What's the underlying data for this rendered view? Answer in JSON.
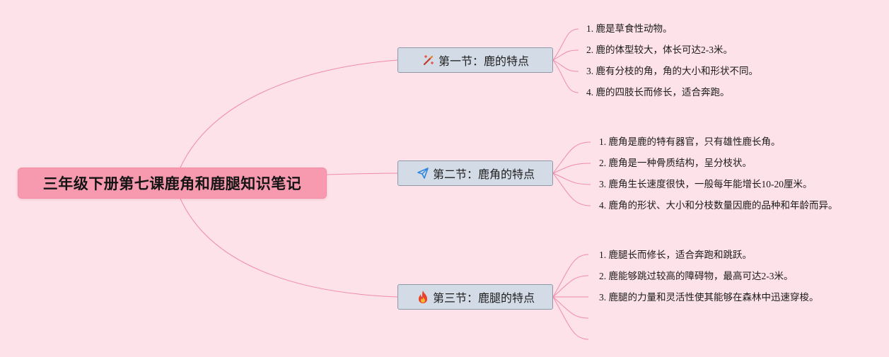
{
  "root": {
    "title": "三年级下册第七课鹿角和鹿腿知识笔记"
  },
  "colors": {
    "background": "#fde2e9",
    "root_fill": "#f79ab0",
    "section_fill": "#d3dbe6",
    "line": "#f08cab"
  },
  "sections": [
    {
      "title": "第一节：鹿的特点",
      "icon": "magic-wand-icon",
      "items": [
        "1. 鹿是草食性动物。",
        "2. 鹿的体型较大，体长可达2-3米。",
        "3. 鹿有分枝的角，角的大小和形状不同。",
        "4. 鹿的四肢长而修长，适合奔跑。"
      ]
    },
    {
      "title": "第二节：鹿角的特点",
      "icon": "paper-plane-icon",
      "items": [
        "1. 鹿角是鹿的特有器官，只有雄性鹿长角。",
        "2. 鹿角是一种骨质结构，呈分枝状。",
        "3. 鹿角生长速度很快，一般每年能增长10-20厘米。",
        "4. 鹿角的形状、大小和分枝数量因鹿的品种和年龄而异。"
      ]
    },
    {
      "title": "第三节：鹿腿的特点",
      "icon": "fire-icon",
      "items": [
        "1. 鹿腿长而修长，适合奔跑和跳跃。",
        "2. 鹿能够跳过较高的障碍物，最高可达2-3米。",
        "3. 鹿腿的力量和灵活性使其能够在森林中迅速穿梭。",
        "",
        ""
      ]
    }
  ]
}
